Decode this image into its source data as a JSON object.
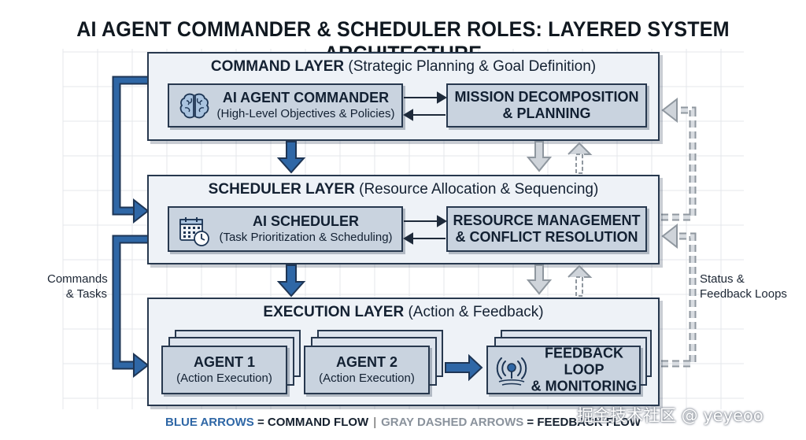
{
  "title": "AI AGENT COMMANDER & SCHEDULER ROLES: LAYERED SYSTEM ARCHITECTURE",
  "layers": {
    "command": {
      "name": "COMMAND LAYER",
      "desc": "(Strategic Planning & Goal Definition)",
      "left_box": {
        "main": "AI AGENT COMMANDER",
        "sub": "(High-Level Objectives & Policies)",
        "icon": "brain-icon"
      },
      "right_box": {
        "line1": "MISSION DECOMPOSITION",
        "line2": "& PLANNING"
      }
    },
    "scheduler": {
      "name": "SCHEDULER LAYER",
      "desc": "(Resource Allocation & Sequencing)",
      "left_box": {
        "main": "AI SCHEDULER",
        "sub": "(Task Prioritization & Scheduling)",
        "icon": "calendar-clock-icon"
      },
      "right_box": {
        "line1": "RESOURCE MANAGEMENT",
        "line2": "& CONFLICT RESOLUTION"
      }
    },
    "execution": {
      "name": "EXECUTION LAYER",
      "desc": "(Action & Feedback)",
      "agent1": {
        "main": "AGENT 1",
        "sub": "(Action Execution)"
      },
      "agent2": {
        "main": "AGENT 2",
        "sub": "(Action Execution)"
      },
      "feedback_box": {
        "line1": "FEEDBACK LOOP",
        "line2": "& MONITORING",
        "icon": "broadcast-antenna-icon"
      }
    }
  },
  "side_labels": {
    "left": {
      "line1": "Commands",
      "line2": "& Tasks"
    },
    "right": {
      "line1": "Status &",
      "line2": "Feedback Loops"
    }
  },
  "legend": {
    "blue_part": "BLUE ARROWS",
    "blue_meaning": " = COMMAND FLOW",
    "separator": "|",
    "gray_part": "GRAY DASHED ARROWS",
    "gray_meaning": " = FEEDBACK FLOW"
  },
  "watermark": "掘金技术社区 @ yeyeoo",
  "colors": {
    "command_arrow": "#2f67a6",
    "feedback_arrow": "#b8bec6",
    "border": "#27384e",
    "layer_bg": "#eef2f7",
    "box_bg": "#c9d3df"
  }
}
